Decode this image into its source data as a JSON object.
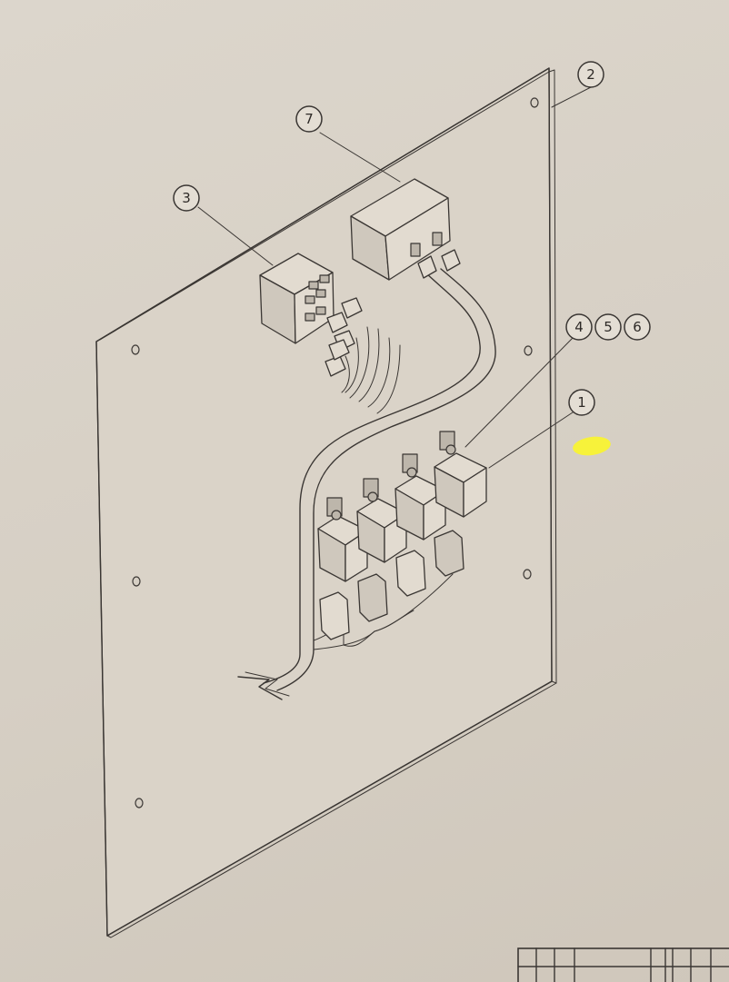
{
  "balloons": {
    "b1": "1",
    "b2": "2",
    "b3": "3",
    "b4": "4",
    "b5": "5",
    "b6": "6",
    "b7": "7"
  },
  "colors": {
    "paper": "#d9d2c8",
    "ink": "#3a3633",
    "highlight": "#f7f23a"
  }
}
